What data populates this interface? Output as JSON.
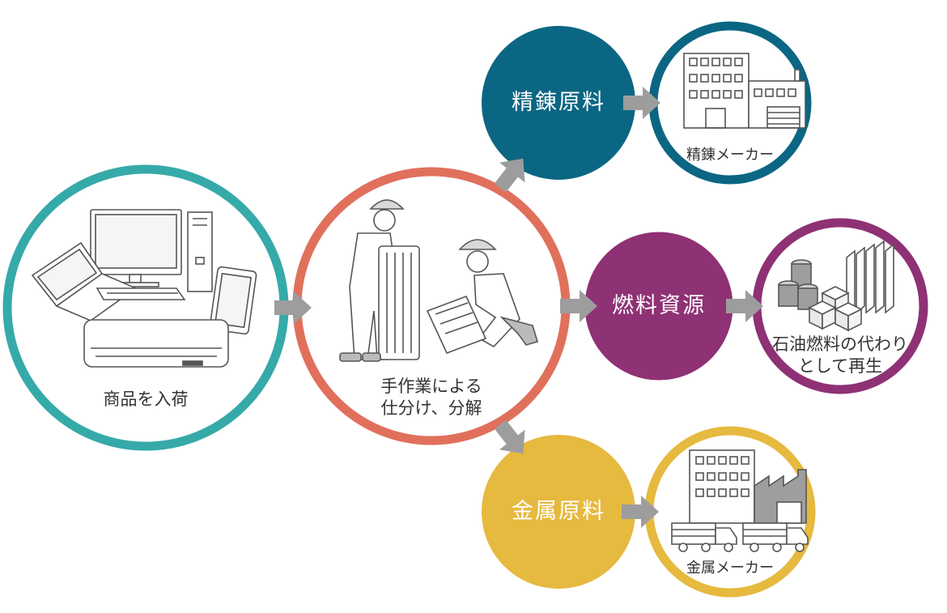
{
  "nodes": {
    "receive": {
      "label": "商品を入荷",
      "color": "#35aaa9"
    },
    "sort": {
      "label_line1": "手作業による",
      "label_line2": "仕分け、分解",
      "color": "#e0705c"
    },
    "refine": {
      "label": "精錬原料",
      "color": "#0b6683"
    },
    "refine_maker": {
      "label": "精錬メーカー",
      "color": "#0b6683"
    },
    "fuel": {
      "label": "燃料資源",
      "color": "#8f3175"
    },
    "fuel_alt": {
      "label_line1": "石油燃料の代わり",
      "label_line2": "として再生",
      "color": "#8f3175"
    },
    "metal": {
      "label": "金属原料",
      "color": "#e6b93f"
    },
    "metal_maker": {
      "label": "金属メーカー",
      "color": "#e6b93f"
    }
  },
  "arrow_color": "#9d9d9d",
  "icons": [
    "electronics-icon",
    "workers-icon",
    "factory-icon",
    "fuel-materials-icon",
    "factory-trucks-icon"
  ]
}
